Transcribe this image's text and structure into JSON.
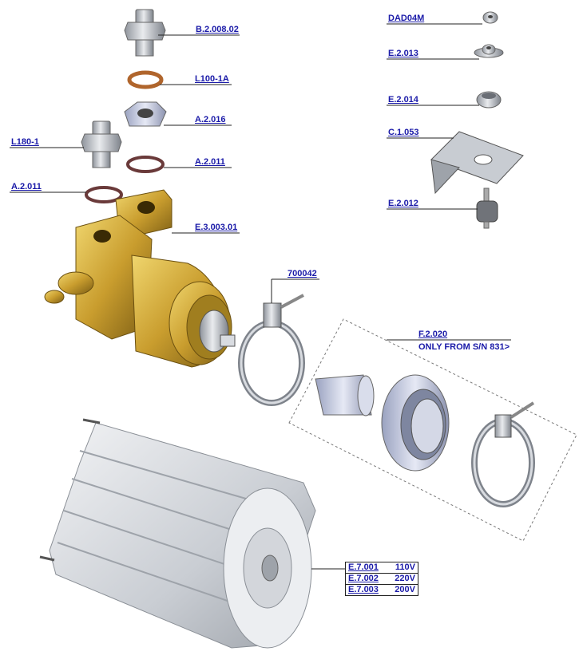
{
  "labels": {
    "b2008": "B.2.008.02",
    "l100": "L100-1A",
    "a2016": "A.2.016",
    "l180": "L180-1",
    "a2011_right": "A.2.011",
    "a2011_left": "A.2.011",
    "e3003": "E.3.003.01",
    "dad": "DAD04M",
    "e2013": "E.2.013",
    "e2014": "E.2.014",
    "c1053": "C.1.053",
    "e2012": "E.2.012",
    "clamp": "700042",
    "f2020": "F.2.020",
    "f2020_note": "ONLY FROM S/N 831>"
  },
  "motor_table": [
    {
      "code": "E.7.001",
      "voltage": "110V"
    },
    {
      "code": "E.7.002",
      "voltage": "220V"
    },
    {
      "code": "E.7.003",
      "voltage": "200V"
    }
  ],
  "colors": {
    "label_text": "#1a1aa8",
    "brass": "#c9a43a",
    "steel": "#b8bcc4",
    "copper_ring": "#b0652c",
    "rubber_ring": "#6a3a3a"
  }
}
